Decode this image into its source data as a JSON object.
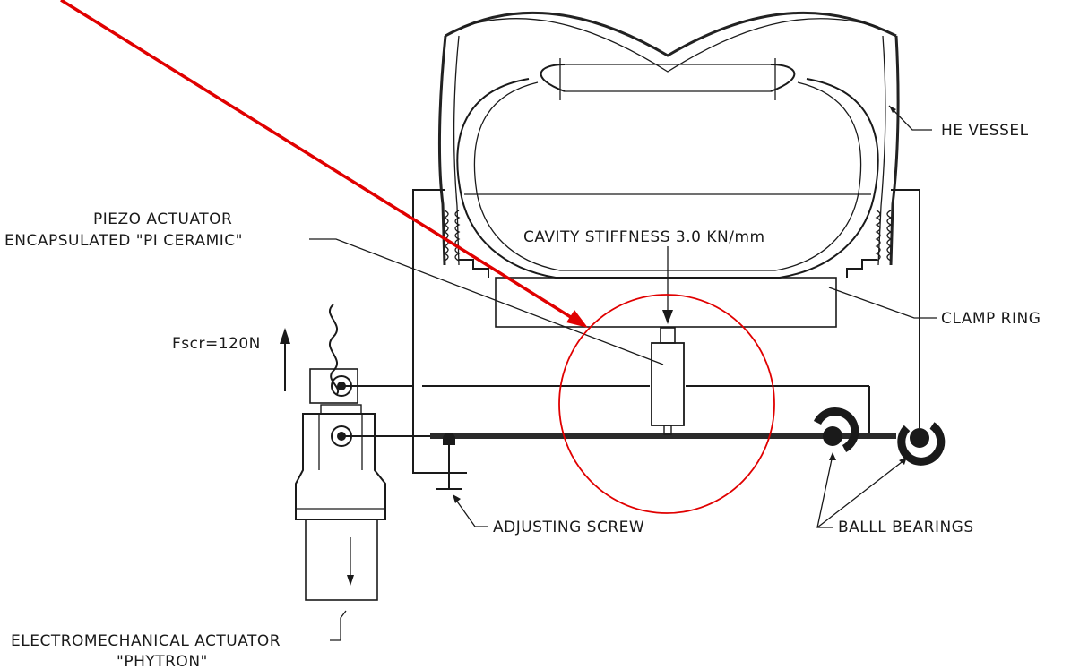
{
  "labels": {
    "he_vessel": "HE VESSEL",
    "piezo_line1": "PIEZO ACTUATOR",
    "piezo_line2": "ENCAPSULATED \"PI CERAMIC\"",
    "cavity_stiffness": "CAVITY STIFFNESS 3.0 KN/mm",
    "clamp_ring": "CLAMP RING",
    "force": "Fscr=120N",
    "adjusting_screw": "ADJUSTING SCREW",
    "ball_bearings": "BALLL BEARINGS",
    "em_actuator_line1": "ELECTROMECHANICAL ACTUATOR",
    "em_actuator_line2": "\"PHYTRON\""
  },
  "colors": {
    "line": "#1a1a1a",
    "highlight": "#e00000",
    "background": "#ffffff"
  }
}
